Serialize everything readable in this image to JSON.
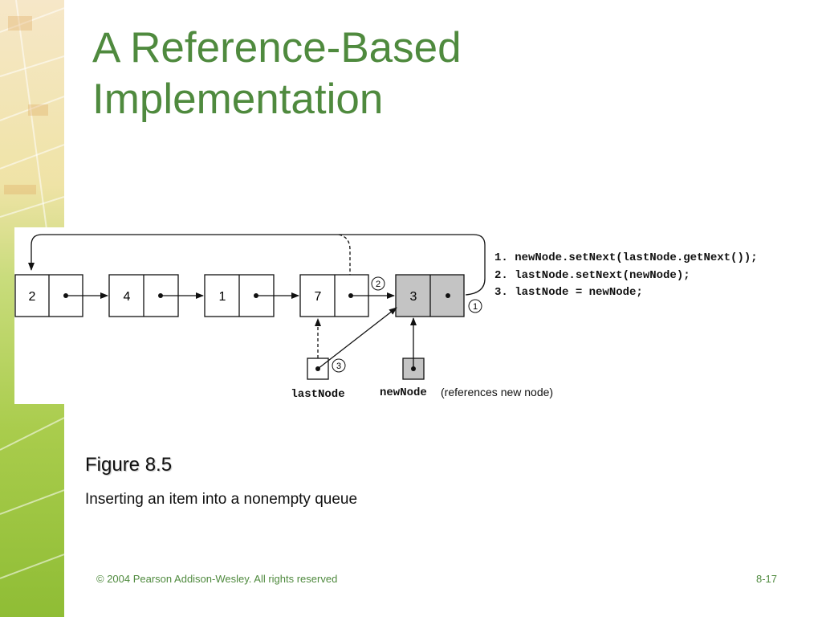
{
  "slide": {
    "title_line1": "A Reference-Based",
    "title_line2": "Implementation",
    "caption_title": "Figure 8.5",
    "caption_text": "Inserting an item into a nonempty queue",
    "footer_copyright": "© 2004 Pearson Addison-Wesley. All rights reserved",
    "page_number": "8-17"
  },
  "diagram": {
    "nodes": [
      "2",
      "4",
      "1",
      "7",
      "3"
    ],
    "code": [
      "1. newNode.setNext(lastNode.getNext());",
      "2. lastNode.setNext(newNode);",
      "3. lastNode = newNode;"
    ],
    "step_markers": [
      "1",
      "2",
      "3"
    ],
    "lastnode_label": "lastNode",
    "newnode_label": "newNode",
    "newnode_note": "(references new node)"
  },
  "colors": {
    "title": "#4f8a3e",
    "new_node_fill": "#c4c4c4",
    "decoration_green": "#9cc63a"
  }
}
